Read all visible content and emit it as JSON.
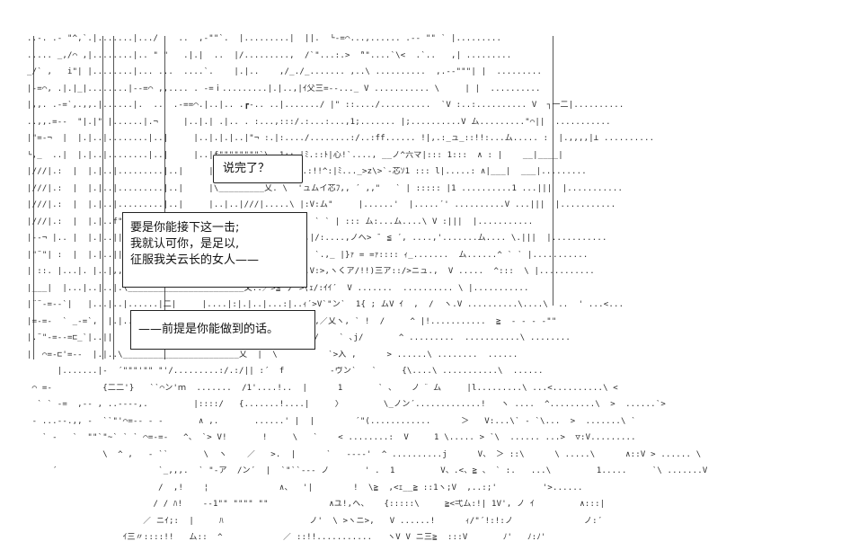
{
  "dialogue": {
    "bubble_1": {
      "line_1": "说完了？"
    },
    "bubble_2": {
      "line_1": "要是你能接下这一击;",
      "line_2": "我就认可你，是足以,",
      "line_3": "征服我关云长的女人——"
    },
    "bubble_3": {
      "line_1": "——前提是你能做到的话。"
    }
  },
  "art": {
    "rows": [
      "..-. .- \"^,`.|.......|.../    ..  ,-\"\"`.  |.........|  ||.  └-=⌒...,...... .-- \"\" ` |.........",
      "..... _,/⌒ ,|........|.. \" \"   .|.|  ..  |/.........,  /`\"...:.>  ̄\"\"....`\\<  .`..   ,| .........",
      "_/` ,   i\"| |........|... ...  ....`.    |.|..    ,/_./_....... ,..\\ ..........  ,.--\"\"\"| |  .........",
      "|-=⌒, .|.|_|........|--=⌒ ,,.... . -=ｉ.........|.|..,|ｲ父三=--..._ V ........... \\     | |  ..........",
      "|,,. .-=`,.,,.|......|.  ..  .-==⌒.|..|.. .┏-.. ..|......./ |\" ::..../..........  `V :..:.......... V  ┐一二|..........",
      "..,,.=--  \"|.|\" |......|.¬     |..|.| .|.. . :...,:::/.:...:...,1;....... |;..........V ム.........\"⌒||  ...........",
      "|\"=-¬  |  |.|..|........|..|     |..|.|.|..|\"¬ :.|:..../........:/..:ff...... !|,.:_ュ_::!!:...ム..... :  |.,,,,|⊥ ..........",
      "└,_  ..|  |.|..|........|..|     |..|f\"\"\"\"\"\"\"\"`\\  1::.|ﾐ.::ﾄ|心!`...., __ノ^六マ|::: 1:::  ∧ : |    __|____|",
      "|///|.:  |  |.|..|.........|..|     ||  說完了？   |  |>.:!!^:|ﾐ..._>z\\>`-芯ｿ1 ::: l|.....: ∧|___|  ___|.........",
      "|///|.:  |  |.|..|.........|..|     |\\_________乂. \\  'ュムイ芯ﾌ,, ´ ,,\"   ` | ::::: |1 ..........1 ...|||  |...........",
      "|///|.:  |  |.|..|.........|..|     |..|..|///|.....\\ |:V:ム\"     |......'  |.....´' ..........V ...|||  |...........",
      "|///|.:  |  |.|..f\"\"\"\"\"\"\"\"\"\"\"\"\"\"\"\"\"\"\"`\\ :`|,\\V ::>..  |  ` ` | ::: ム:...ム....\\ V :|||  |...........",
      "|--¬ |.. |  |.|..||                          |....l-`..,|/:....,ノへ> ̄  ≦ ´, ....,'.......ム.... \\.|||  |...........",
      "|\"¨\"| :  |  |.|..||                          |::.|,^-^/  `.,_ |}ｧ = =ｧ:::: ｨ_.......  ム......^ ` ` |...........",
      "| ::. |...|. |..|,,.|..||                          |::|.V:>,ヽくア/!!)三ア::/>ニュ.,  V .....  ^:::  \\ |...........",
      "|___|  |...|..|..|.\\_______________________乂.:／>≦'ゲ´>⟨ｪ/:ｲｲ´  V .......  .......... \\ |...........",
      "|¨¨-=--`|   |...|..|......|二|     |....|:|.|..|...:|..ｨ´>V`\"ン`  1{ ; ムV ｲ  ,  /  ヽ.V ..........\\....\\  ..  ' ...<...",
      "|=-=-  ` _-=`,  |.|..f\"\"\"\"\"\"\"\"\"\"\"\"\"\"\"\"\"\"\"\"\"\"`\\  |      ∧ ,／乂ヽ, ` !  /     ^ |!...........  ≧  - - - -\"\"",
      "|.¨\"-=--=⊏_`|..||                          |ｨk        ∧  /    ` ､j/       ^ .........  ...........\\ ........",
      "|  ⌒=-⊏'=--  |.|..\\_______________________乂  |  \\          `>入 ,      > ......\\ ........  ......",
      "      |.......|‐  ´\"\"\"'\"\" \"'/.........:/.:/|| :´  f         ‐ヴン`   `     {\\....\\ ...........\\  ......",
      " ⌒ =-          {二二'}   ``⌒ン'ｍ  .......  /1'....!..  |      1       ` 、   ノ ゛ム     |l.........\\ ...<..........\\ <",
      "  ` ` -=  ,-- , ..----,.         |::::/   {.......!....|     〉        \\_ノン´.............!   ヽ ....  ^.........\\  >  ......`> ",
      " - ...--.,, -  ``\"'⌒=-- - -       ∧ ,.       ......' |  |        ´\"(............      ＞   V:...\\` - `\\...  >  .......\\ `",
      "   ` -   `  \"\"`\"~` ` ` ⌒=-=-   ^、 `> V!       !     \\   `    < ........:  V     1 \\..... > `\\  ...... ...>  ▽:V.........",
      "               \\  ^ ,   - ``       \\  ヽ    ／   >.  |      `   ----'  ^ ..........j      V、 ＞ ::\\      \\ .....\\      ∧::V > ...... \\",
      "     ´                    `_,,,.  ` \"-ア  /ン´  |  `\"``-‐- ノ       ' .  1         V、.<、≧ 、 ` :.   ...\\         1.....     `\\ .......V",
      "                          /  ,!    ¦              ∧、  '|        !  \\≧  ,<ｪ__≧ ::1ヽ;V  ,..:;'         '>......",
      "                         / / ﾊ!    --1\"\" \"\"\"\" \"\"            ∧ユ!,ヘ、   {:::::\\     ≧<弌ム:!| 1V', ノ ｲ         ∧:::|",
      "                       ／ ニｲ;:  |     ﾊ                 ノ'  \\ >ヽニ>,   V ......!      ｨ/\"´!:!:ノ              ノ:´",
      "                   ｲ三〃::::!!   ム::  ^            ／ ::!!...........   ヽV V ニ三≧  :::V       ﾉ'   ﾉ:ﾉ'        "
    ]
  }
}
